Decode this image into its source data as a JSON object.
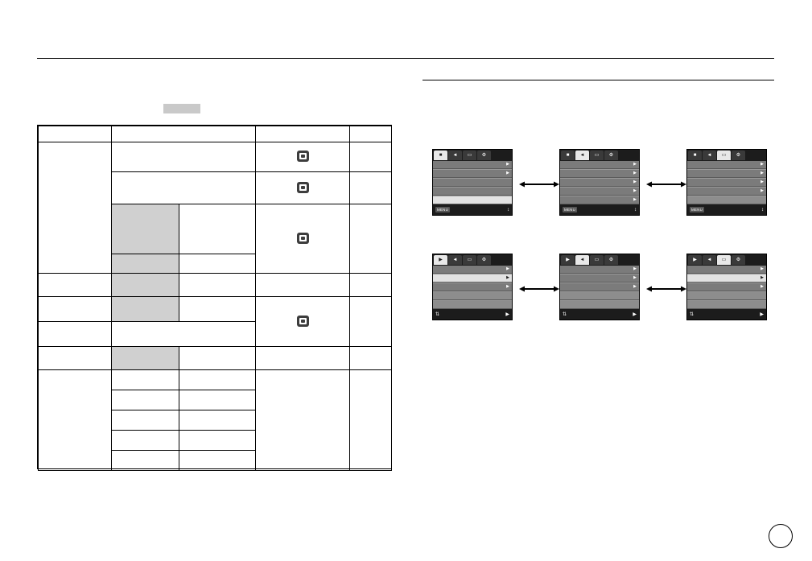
{
  "page": {
    "number": "",
    "grey_tag_label": ""
  },
  "table": {
    "headers": [
      "",
      "",
      "",
      "",
      ""
    ],
    "rows": [
      {
        "cells": [
          {
            "text": "",
            "span": 1,
            "rowspan": 4,
            "shade": false
          },
          {
            "text": "",
            "span": 2,
            "shade": false
          },
          {
            "text": "",
            "icon": "camera-chip-icon",
            "shade": false
          },
          {
            "text": "",
            "shade": false
          }
        ]
      },
      {
        "cells": [
          {
            "text": "",
            "span": 2,
            "shade": false
          },
          {
            "text": "",
            "icon": "camera-chip-icon",
            "shade": false
          },
          {
            "text": "",
            "shade": false
          }
        ]
      },
      {
        "cells": [
          {
            "text": "",
            "shade": true
          },
          {
            "text": "",
            "shade": false
          },
          {
            "text": "",
            "icon": "camera-chip-icon",
            "rowspan": 2,
            "shade": false
          },
          {
            "text": "",
            "rowspan": 2,
            "shade": false
          }
        ]
      },
      {
        "cells": [
          {
            "text": "",
            "shade": true
          },
          {
            "text": "",
            "shade": false
          }
        ]
      },
      {
        "cells": [
          {
            "text": "",
            "shade": false
          },
          {
            "text": "",
            "shade": true
          },
          {
            "text": "",
            "shade": false
          },
          {
            "text": "",
            "shade": false
          },
          {
            "text": "",
            "shade": false
          }
        ]
      },
      {
        "cells": [
          {
            "text": "",
            "shade": false
          },
          {
            "text": "",
            "shade": true
          },
          {
            "text": "",
            "shade": false
          },
          {
            "text": "",
            "icon": "camera-chip-icon",
            "shade": false
          },
          {
            "text": "",
            "shade": false
          }
        ]
      },
      {
        "cells": [
          {
            "text": "",
            "shade": false
          },
          {
            "text": "",
            "span": 2,
            "shade": false
          },
          {
            "text": "",
            "shade": false
          },
          {
            "text": "",
            "shade": false
          }
        ]
      },
      {
        "cells": [
          {
            "text": "",
            "shade": false
          },
          {
            "text": "",
            "shade": true
          },
          {
            "text": "",
            "shade": false
          },
          {
            "text": "",
            "shade": false
          },
          {
            "text": "",
            "shade": false
          }
        ]
      },
      {
        "cells": [
          {
            "text": "",
            "rowspan": 5,
            "shade": false
          },
          {
            "text": "",
            "shade": false
          },
          {
            "text": "",
            "shade": false
          },
          {
            "text": "",
            "rowspan": 5,
            "shade": false
          },
          {
            "text": "",
            "rowspan": 5,
            "shade": false
          }
        ]
      },
      {
        "cells": [
          {
            "text": "",
            "shade": false
          },
          {
            "text": "",
            "shade": false
          }
        ]
      },
      {
        "cells": [
          {
            "text": "",
            "shade": false
          },
          {
            "text": "",
            "shade": false
          }
        ]
      },
      {
        "cells": [
          {
            "text": "",
            "shade": false
          },
          {
            "text": "",
            "shade": false
          }
        ]
      },
      {
        "cells": [
          {
            "text": "",
            "shade": false
          },
          {
            "text": "",
            "shade": false
          }
        ]
      }
    ]
  },
  "screens": {
    "row1": [
      {
        "name": "setup-screen-1",
        "tabs": [
          {
            "glyph": "■",
            "icon": "camera-tab-icon",
            "active": true
          },
          {
            "glyph": "◄",
            "icon": "sound-tab-icon",
            "active": false
          },
          {
            "glyph": "▭",
            "icon": "display-tab-icon",
            "active": false
          },
          {
            "glyph": "⚙",
            "icon": "settings-tab-icon",
            "active": false
          }
        ],
        "rows": [
          {
            "label": "",
            "arrow": "▶",
            "selected": false
          },
          {
            "label": "",
            "arrow": "▶",
            "selected": false
          },
          {
            "label": "",
            "arrow": "",
            "selected": false
          },
          {
            "label": "",
            "arrow": "",
            "selected": false
          },
          {
            "label": "",
            "arrow": "",
            "selected": true
          }
        ],
        "footer": {
          "left": "MENU",
          "center": "↕",
          "right": ""
        }
      },
      {
        "name": "setup-screen-2",
        "tabs": [
          {
            "glyph": "■",
            "icon": "camera-tab-icon",
            "active": false
          },
          {
            "glyph": "◄",
            "icon": "sound-tab-icon",
            "active": true
          },
          {
            "glyph": "▭",
            "icon": "display-tab-icon",
            "active": false
          },
          {
            "glyph": "⚙",
            "icon": "settings-tab-icon",
            "active": false
          }
        ],
        "rows": [
          {
            "label": "",
            "arrow": "▶",
            "selected": false
          },
          {
            "label": "",
            "arrow": "▶",
            "selected": false
          },
          {
            "label": "",
            "arrow": "▶",
            "selected": false
          },
          {
            "label": "",
            "arrow": "▶",
            "selected": false
          },
          {
            "label": "",
            "arrow": "▶",
            "selected": false
          }
        ],
        "footer": {
          "left": "MENU",
          "center": "↕",
          "right": ""
        }
      },
      {
        "name": "setup-screen-3",
        "tabs": [
          {
            "glyph": "■",
            "icon": "camera-tab-icon",
            "active": false
          },
          {
            "glyph": "◄",
            "icon": "sound-tab-icon",
            "active": false
          },
          {
            "glyph": "▭",
            "icon": "display-tab-icon",
            "active": true
          },
          {
            "glyph": "⚙",
            "icon": "settings-tab-icon",
            "active": false
          }
        ],
        "rows": [
          {
            "label": "",
            "arrow": "▶",
            "selected": false
          },
          {
            "label": "",
            "arrow": "▶",
            "selected": false
          },
          {
            "label": "",
            "arrow": "▶",
            "selected": false
          },
          {
            "label": "",
            "arrow": "▶",
            "selected": false
          },
          {
            "label": "",
            "arrow": "",
            "selected": false
          }
        ],
        "footer": {
          "left": "MENU",
          "center": "↕",
          "right": ""
        }
      }
    ],
    "row2": [
      {
        "name": "play-screen-1",
        "tabs": [
          {
            "glyph": "▶",
            "icon": "play-tab-icon",
            "active": true
          },
          {
            "glyph": "◄",
            "icon": "sound-tab-icon",
            "active": false
          },
          {
            "glyph": "▭",
            "icon": "display-tab-icon",
            "active": false
          },
          {
            "glyph": "⚙",
            "icon": "settings-tab-icon",
            "active": false
          }
        ],
        "rows": [
          {
            "label": "",
            "arrow": "▶",
            "selected": false
          },
          {
            "label": "",
            "arrow": "▶",
            "selected": true
          },
          {
            "label": "",
            "arrow": "▶",
            "selected": false
          },
          {
            "label": "",
            "arrow": "",
            "selected": false
          },
          {
            "label": "",
            "arrow": "",
            "selected": false
          }
        ],
        "footer": {
          "left": "⇅",
          "center": "",
          "right": "▶"
        }
      },
      {
        "name": "play-screen-2",
        "tabs": [
          {
            "glyph": "▶",
            "icon": "play-tab-icon",
            "active": false
          },
          {
            "glyph": "◄",
            "icon": "sound-tab-icon",
            "active": true
          },
          {
            "glyph": "▭",
            "icon": "display-tab-icon",
            "active": false
          },
          {
            "glyph": "⚙",
            "icon": "settings-tab-icon",
            "active": false
          }
        ],
        "rows": [
          {
            "label": "",
            "arrow": "▶",
            "selected": false
          },
          {
            "label": "",
            "arrow": "▶",
            "selected": false
          },
          {
            "label": "",
            "arrow": "▶",
            "selected": false
          },
          {
            "label": "",
            "arrow": "",
            "selected": false
          },
          {
            "label": "",
            "arrow": "",
            "selected": false
          }
        ],
        "footer": {
          "left": "⇅",
          "center": "",
          "right": "▶"
        }
      },
      {
        "name": "play-screen-3",
        "tabs": [
          {
            "glyph": "▶",
            "icon": "play-tab-icon",
            "active": false
          },
          {
            "glyph": "◄",
            "icon": "sound-tab-icon",
            "active": false
          },
          {
            "glyph": "▭",
            "icon": "display-tab-icon",
            "active": true
          },
          {
            "glyph": "⚙",
            "icon": "settings-tab-icon",
            "active": false
          }
        ],
        "rows": [
          {
            "label": "",
            "arrow": "▶",
            "selected": false
          },
          {
            "label": "",
            "arrow": "▶",
            "selected": true
          },
          {
            "label": "",
            "arrow": "▶",
            "selected": false
          },
          {
            "label": "",
            "arrow": "",
            "selected": false
          },
          {
            "label": "",
            "arrow": "",
            "selected": false
          }
        ],
        "footer": {
          "left": "⇅",
          "center": "",
          "right": "▶"
        }
      }
    ]
  }
}
